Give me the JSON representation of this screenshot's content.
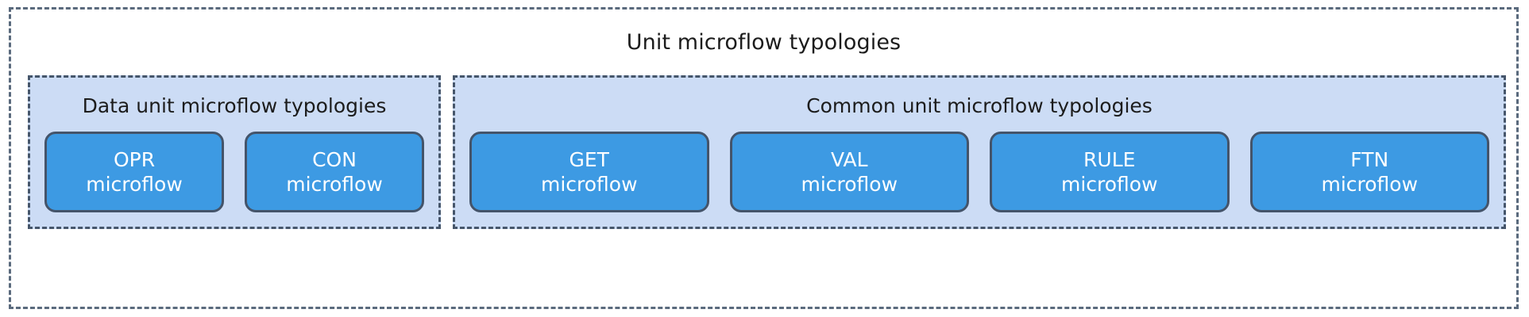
{
  "diagram": {
    "title": "Unit microflow typologies",
    "colors": {
      "page_background": "#ffffff",
      "outer_border": "#5a6a7d",
      "group_fill": "#ccdcf5",
      "group_border": "#46566b",
      "node_fill": "#3d9ae3",
      "node_border": "#44546a",
      "node_text": "#ffffff",
      "label_text": "#1c1c1c"
    },
    "groups": [
      {
        "id": "data-unit",
        "title": "Data unit microflow typologies",
        "nodes": [
          {
            "code": "OPR",
            "kind": "microflow"
          },
          {
            "code": "CON",
            "kind": "microflow"
          }
        ]
      },
      {
        "id": "common-unit",
        "title": "Common unit microflow typologies",
        "nodes": [
          {
            "code": "GET",
            "kind": "microflow"
          },
          {
            "code": "VAL",
            "kind": "microflow"
          },
          {
            "code": "RULE",
            "kind": "microflow"
          },
          {
            "code": "FTN",
            "kind": "microflow"
          }
        ]
      }
    ]
  }
}
